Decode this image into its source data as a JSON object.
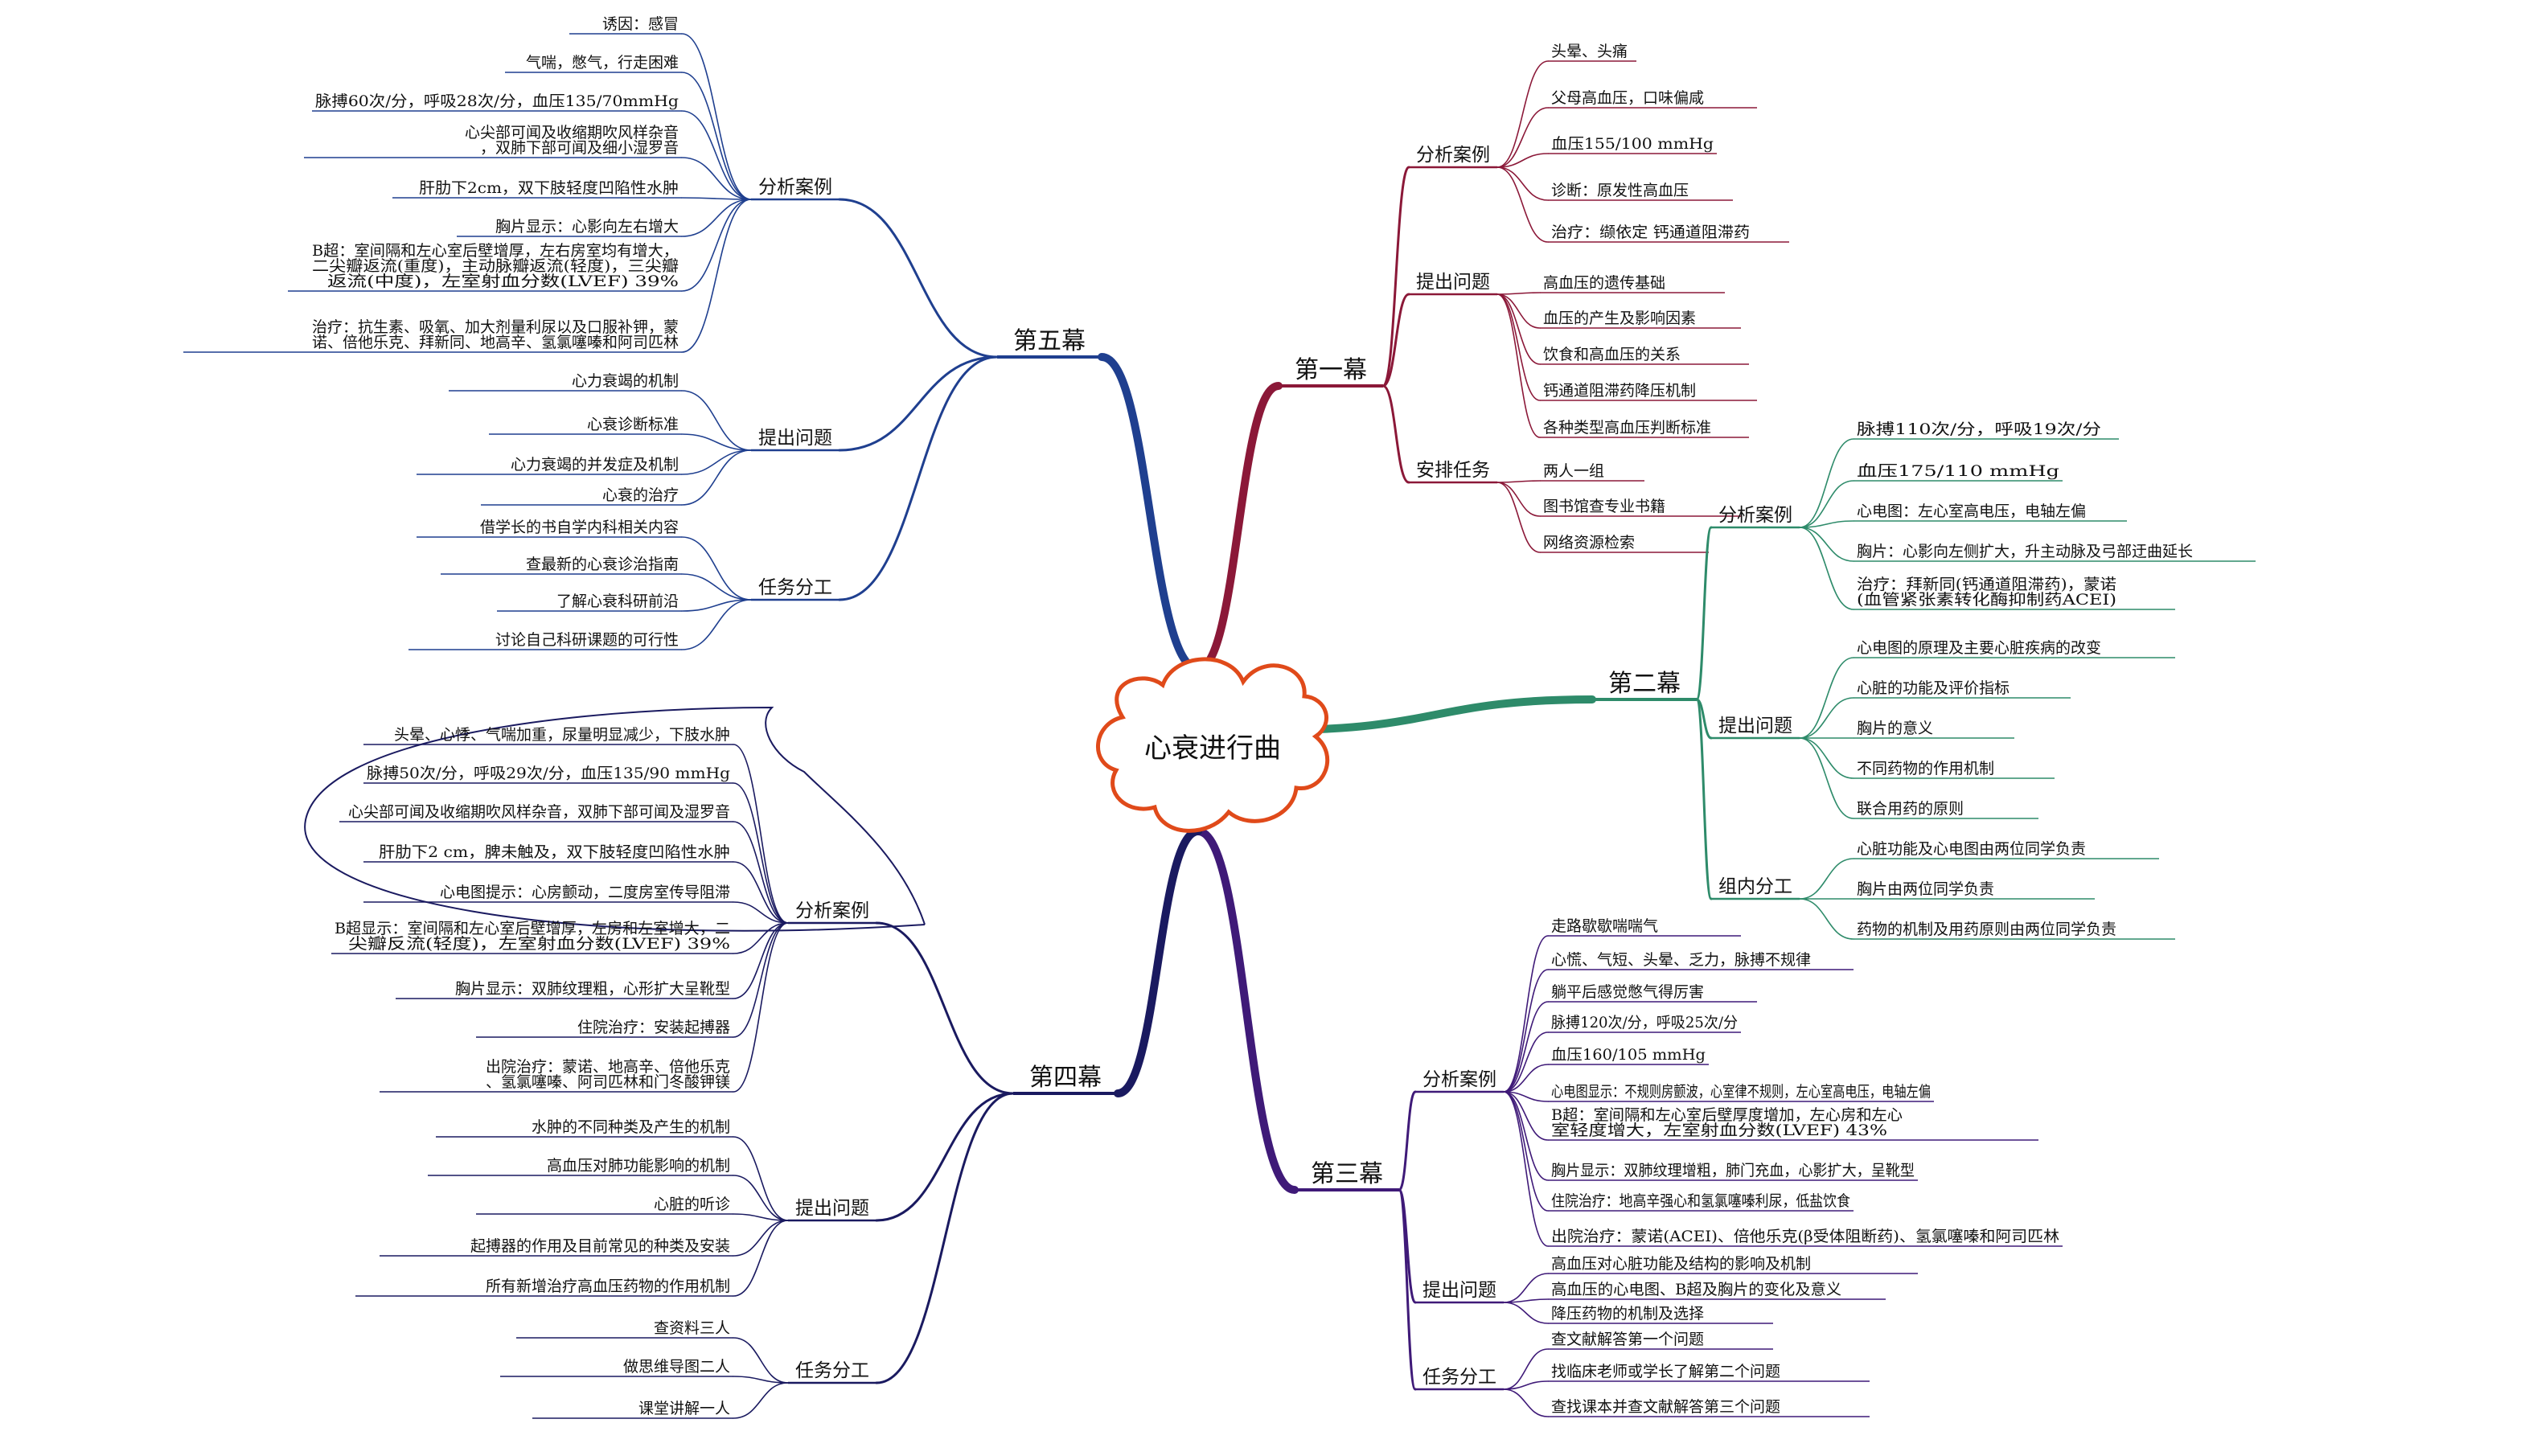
{
  "title": "心衰进行曲",
  "acts": [
    {
      "id": "act1",
      "name": "第一幕",
      "color": "#8b1838",
      "groups": [
        {
          "name": "分析案例",
          "items": [
            "头晕、头痛",
            "父母高血压，口味偏咸",
            "血压155/100 mmHg",
            "诊断：原发性高血压",
            "治疗：缬依定 钙通道阻滞药"
          ]
        },
        {
          "name": "提出问题",
          "items": [
            "高血压的遗传基础",
            "血压的产生及影响因素",
            "饮食和高血压的关系",
            "钙通道阻滞药降压机制",
            "各种类型高血压判断标准"
          ]
        },
        {
          "name": "安排任务",
          "items": [
            "两人一组",
            "图书馆查专业书籍",
            "网络资源检索"
          ]
        }
      ]
    },
    {
      "id": "act2",
      "name": "第二幕",
      "color": "#2e8b6a",
      "groups": [
        {
          "name": "分析案例",
          "items": [
            "脉搏110次/分，呼吸19次/分",
            "血压175/110 mmHg",
            "心电图：左心室高电压，电轴左偏",
            "胸片：心影向左侧扩大，升主动脉及弓部迂曲延长",
            "治疗：拜新同(钙通道阻滞药)，蒙诺(血管紧张素转化酶抑制药ACEI)"
          ]
        },
        {
          "name": "提出问题",
          "items": [
            "心电图的原理及主要心脏疾病的改变",
            "心脏的功能及评价指标",
            "胸片的意义",
            "不同药物的作用机制",
            "联合用药的原则"
          ]
        },
        {
          "name": "组内分工",
          "items": [
            "心脏功能及心电图由两位同学负责",
            "胸片由两位同学负责",
            "药物的机制及用药原则由两位同学负责"
          ]
        }
      ]
    },
    {
      "id": "act3",
      "name": "第三幕",
      "color": "#3f1a78",
      "groups": [
        {
          "name": "分析案例",
          "items": [
            "走路歇歇喘喘气",
            "心慌、气短、头晕、乏力，脉搏不规律",
            "躺平后感觉憋气得厉害",
            "脉搏120次/分，呼吸25次/分",
            "血压160/105 mmHg",
            "心电图显示：不规则房颤波，心室律不规则，左心室高电压，电轴左偏",
            "B超：室间隔和左心室后壁厚度增加，左心房和左心室轻度增大，左室射血分数(LVEF) 43%",
            "胸片显示：双肺纹理增粗，肺门充血，心影扩大，呈靴型",
            "住院治疗：地高辛强心和氢氯噻嗪利尿，低盐饮食",
            "出院治疗：蒙诺(ACEI)、倍他乐克(β受体阻断药)、氢氯噻嗪和阿司匹林"
          ]
        },
        {
          "name": "提出问题",
          "items": [
            "高血压对心脏功能及结构的影响及机制",
            "高血压的心电图、B超及胸片的变化及意义",
            "降压药物的机制及选择"
          ]
        },
        {
          "name": "任务分工",
          "items": [
            "查文献解答第一个问题",
            "找临床老师或学长了解第二个问题",
            "查找课本并查文献解答第三个问题"
          ]
        }
      ]
    },
    {
      "id": "act4",
      "name": "第四幕",
      "color": "#1a1a60",
      "groups": [
        {
          "name": "分析案例",
          "items": [
            "头晕、心悸、气喘加重，尿量明显减少，下肢水肿",
            "脉搏50次/分，呼吸29次/分，血压135/90 mmHg",
            "心尖部可闻及收缩期吹风样杂音，双肺下部可闻及湿罗音",
            "肝肋下2 cm，脾未触及，双下肢轻度凹陷性水肿",
            "心电图提示：心房颤动，二度房室传导阻滞",
            "B超显示：室间隔和左心室后壁增厚，左房和左室增大，二尖瓣反流(轻度)，左室射血分数(LVEF) 39%",
            "胸片显示：双肺纹理粗，心形扩大呈靴型",
            "住院治疗：安装起搏器",
            "出院治疗：蒙诺、地高辛、倍他乐克、氢氯噻嗪、阿司匹林和门冬酸钾镁"
          ]
        },
        {
          "name": "提出问题",
          "items": [
            "水肿的不同种类及产生的机制",
            "高血压对肺功能影响的机制",
            "心脏的听诊",
            "起搏器的作用及目前常见的种类及安装",
            "所有新增治疗高血压药物的作用机制"
          ]
        },
        {
          "name": "任务分工",
          "items": [
            "查资料三人",
            "做思维导图二人",
            "课堂讲解一人"
          ]
        }
      ]
    },
    {
      "id": "act5",
      "name": "第五幕",
      "color": "#1f3f8f",
      "groups": [
        {
          "name": "分析案例",
          "items": [
            "诱因：感冒",
            "气喘，憋气，行走困难",
            "脉搏60次/分，呼吸28次/分，血压135/70mmHg",
            "心尖部可闻及收缩期吹风样杂音，双肺下部可闻及细小湿罗音",
            "肝肋下2cm，双下肢轻度凹陷性水肿",
            "胸片显示：心影向左右增大",
            "B超：室间隔和左心室后壁增厚，左右房室均有增大，二尖瓣返流(重度)，主动脉瓣返流(轻度)，三尖瓣返流(中度)，左室射血分数(LVEF) 39%",
            "治疗：抗生素、吸氧、加大剂量利尿以及口服补钾，蒙诺、倍他乐克、拜新同、地高辛、氢氯噻嗪和阿司匹林"
          ]
        },
        {
          "name": "提出问题",
          "items": [
            "心力衰竭的机制",
            "心衰诊断标准",
            "心力衰竭的并发症及机制",
            "心衰的治疗"
          ]
        },
        {
          "name": "任务分工",
          "items": [
            "借学长的书自学内科相关内容",
            "查最新的心衰诊治指南",
            "了解心衰科研前沿",
            "讨论自己科研课题的可行性"
          ]
        }
      ]
    }
  ],
  "colors": {
    "cloud_outline": "#e04a1a",
    "leaf_branch": "#2a5aa8"
  }
}
